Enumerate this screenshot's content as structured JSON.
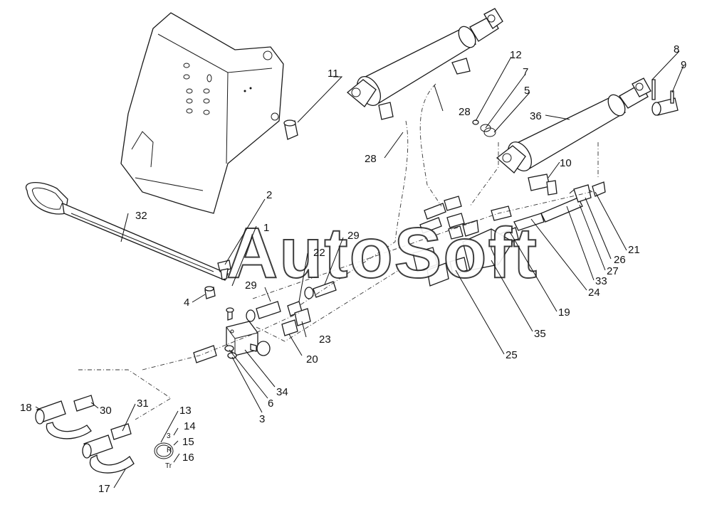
{
  "watermark": "AutoSoft",
  "callouts": {
    "c1": "1",
    "c2": "2",
    "c3": "3",
    "c4": "4",
    "c5": "5",
    "c6": "6",
    "c7": "7",
    "c8": "8",
    "c9": "9",
    "c10": "10",
    "c11": "11",
    "c12": "12",
    "c13": "13",
    "c14": "14",
    "c15": "15",
    "c16": "16",
    "c17": "17",
    "c18": "18",
    "c19": "19",
    "c20": "20",
    "c21": "21",
    "c22": "22",
    "c23": "23",
    "c24": "24",
    "c25": "25",
    "c26": "26",
    "c27": "27",
    "c28a": "28",
    "c28b": "28",
    "c29a": "29",
    "c29b": "29",
    "c30": "30",
    "c31": "31",
    "c32": "32",
    "c33": "33",
    "c34": "34",
    "c35": "35",
    "c36": "36"
  },
  "glyphs": {
    "g14": "3",
    "g15": "R",
    "g16": "Tr"
  }
}
